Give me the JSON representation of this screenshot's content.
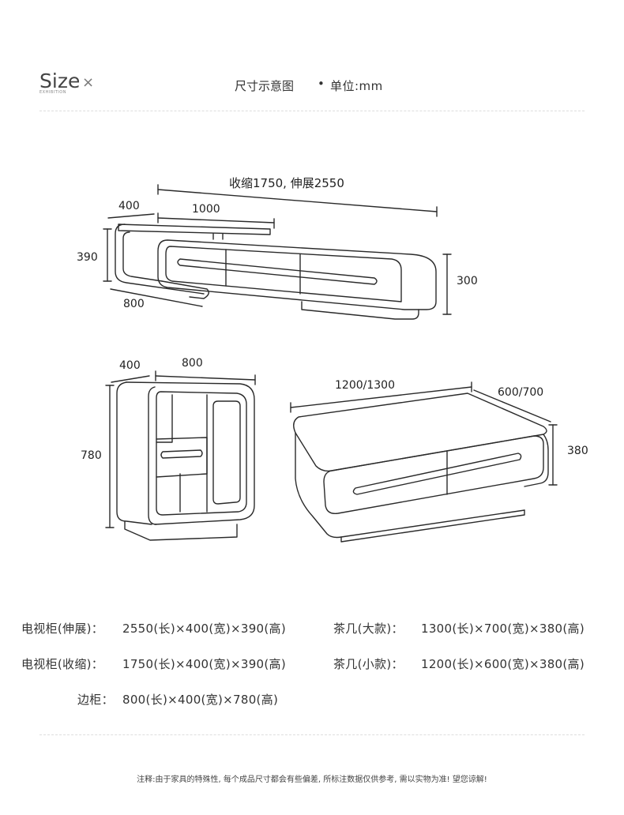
{
  "header": {
    "size_word": "Size",
    "close_glyph": "×",
    "size_sub": "EXHIBITION",
    "title": "尺寸示意图",
    "bullet": "•",
    "unit": "单位:mm"
  },
  "tv_cabinet_drawing": {
    "overall_length": "收缩1750, 伸展2550",
    "depth": "400",
    "top_length": "1000",
    "height_left": "390",
    "base_length": "800",
    "height_right": "300"
  },
  "side_cabinet_drawing": {
    "depth": "400",
    "width": "800",
    "height": "780"
  },
  "coffee_table_drawing": {
    "length": "1200/1300",
    "depth": "600/700",
    "height": "380"
  },
  "specs": [
    {
      "name": "电视柜(伸展)：",
      "value": "2550(长)×400(宽)×390(高)"
    },
    {
      "name": "电视柜(收缩)：",
      "value": "1750(长)×400(宽)×390(高)"
    },
    {
      "name": "边柜：",
      "value": "800(长)×400(宽)×780(高)"
    },
    {
      "name": "茶几(大款)：",
      "value": "1300(长)×700(宽)×380(高)"
    },
    {
      "name": "茶几(小款)：",
      "value": "1200(长)×600(宽)×380(高)"
    }
  ],
  "footnote": "注释:由于家具的特殊性, 每个成品尺寸都会有些偏差, 所标注数据仅供参考, 需以实物为准! 望您谅解!"
}
